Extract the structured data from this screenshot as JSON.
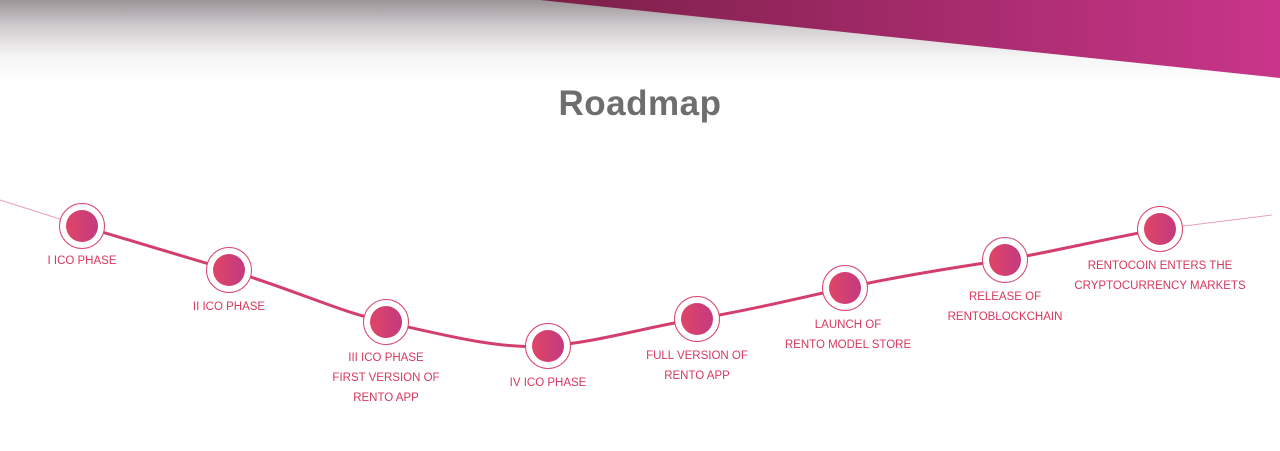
{
  "section": {
    "title": "Roadmap"
  },
  "colors": {
    "accent": "#d9466e",
    "accent_dark": "#c33a7f",
    "title": "#6e6e6e"
  },
  "milestones": [
    {
      "lines": [
        "I ICO PHASE"
      ]
    },
    {
      "lines": [
        "II ICO PHASE"
      ]
    },
    {
      "lines": [
        "III ICO PHASE",
        "FIRST VERSION OF",
        "RENTO APP"
      ]
    },
    {
      "lines": [
        "IV ICO PHASE"
      ]
    },
    {
      "lines": [
        "FULL VERSION OF",
        "RENTO APP"
      ]
    },
    {
      "lines": [
        "LAUNCH OF",
        "RENTO MODEL STORE"
      ]
    },
    {
      "lines": [
        "RELEASE OF",
        "RENTOBLOCKCHAIN"
      ]
    },
    {
      "lines": [
        "RENTOCOIN ENTERS THE",
        "CRYPTOCURRENCY MARKETS"
      ]
    }
  ]
}
